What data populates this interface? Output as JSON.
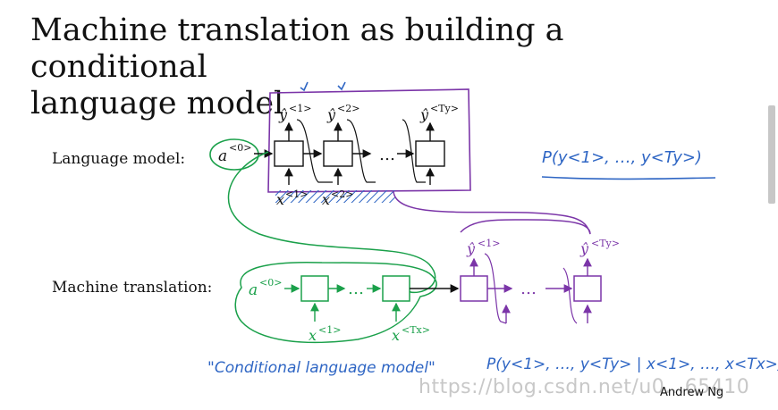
{
  "slide": {
    "title_line1": "Machine translation as building a conditional",
    "title_line2": "language model",
    "credit": "Andrew Ng",
    "watermark": "https://blog.csdn.net/u0...65410"
  },
  "language_model": {
    "label": "Language model:",
    "init": "a",
    "init_sup": "<0>",
    "outputs": [
      {
        "base": "ŷ",
        "sup": "<1>"
      },
      {
        "base": "ŷ",
        "sup": "<2>"
      },
      {
        "base": "ŷ",
        "sup": "<Ty>"
      }
    ],
    "inputs": [
      {
        "base": "x",
        "sup": "<1>"
      },
      {
        "base": "x",
        "sup": "<2>"
      }
    ],
    "dots": "…",
    "note": "P(y<1>, …, y<Ty>)"
  },
  "machine_translation": {
    "label": "Machine translation:",
    "init": "a",
    "init_sup": "<0>",
    "encoder_inputs": [
      {
        "base": "x",
        "sup": "<1>"
      },
      {
        "base": "x",
        "sup": "<Tx>"
      }
    ],
    "decoder_outputs": [
      {
        "base": "ŷ",
        "sup": "<1>"
      },
      {
        "base": "ŷ",
        "sup": "<Ty>"
      }
    ],
    "dots": "…",
    "note_left": "\"Conditional language model\"",
    "note_right": "P(y<1>, …, y<Ty> | x<1>, …, x<Tx>)"
  },
  "colors": {
    "black": "#111111",
    "purple": "#7b35a8",
    "green": "#1aa04a",
    "blue": "#2f66c4"
  }
}
